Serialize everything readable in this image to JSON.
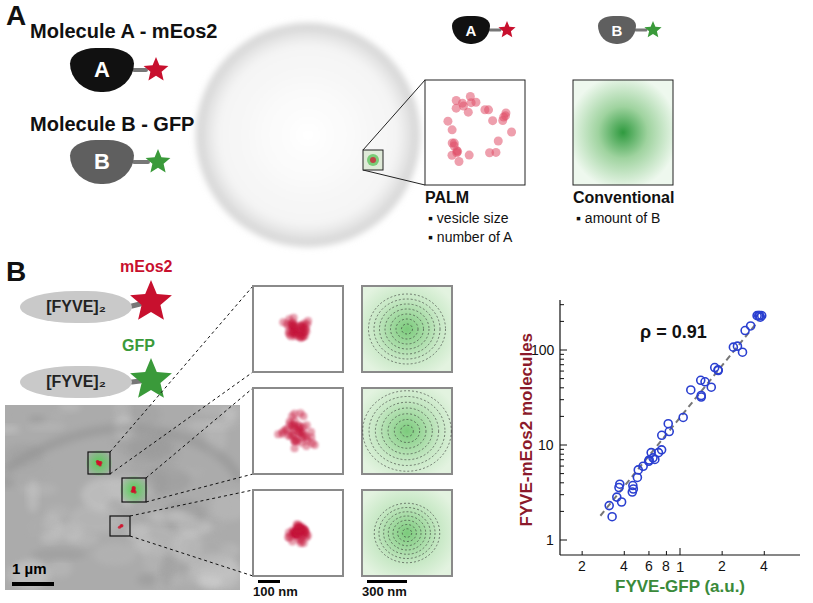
{
  "diagram": {
    "nodes": [
      {
        "text": [
          "A"
        ]
      },
      {
        "text": [
          "B"
        ]
      },
      {
        "text": [
          "A"
        ]
      },
      {
        "text": [
          "B"
        ]
      },
      {
        "text": [
          "[FYVE]₂"
        ]
      },
      {
        "text": [
          "[FYVE]₂"
        ]
      }
    ],
    "labels": [
      "A",
      "Molecule A - mEos2",
      "Molecule B - GFP",
      "PALM",
      "▪ vesicle size",
      "▪ number of A",
      "Conventional",
      "▪ amount of B",
      "B",
      "mEos2",
      "GFP",
      "1 µm",
      "100 nm",
      "300 nm",
      "ρ = 0.91",
      "FYVE-mEos2 molecules",
      "FYVE-GFP (a.u.)",
      "100",
      "10",
      "1",
      "2",
      "4",
      "6",
      "8",
      "1",
      "2",
      "4"
    ]
  }
}
